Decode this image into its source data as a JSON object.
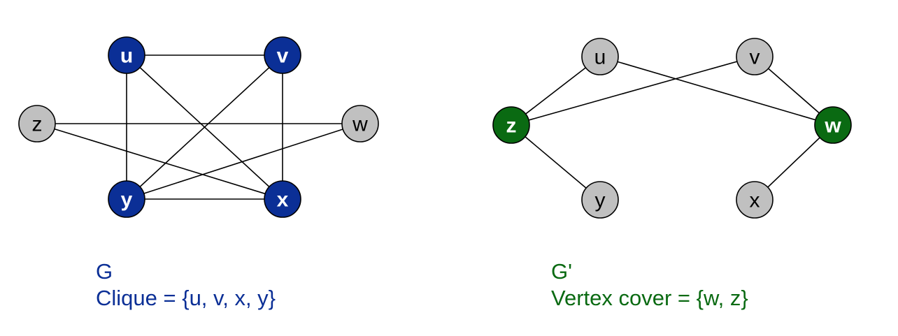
{
  "colors": {
    "clique": "#0b2f96",
    "cover": "#0a6a12",
    "neutral": "#c0c0c0",
    "edge": "#000000",
    "label_dark": "#000000",
    "label_light": "#ffffff"
  },
  "graphs": [
    {
      "id": "G",
      "caption_title": "G",
      "caption_text": "Clique = {u, v, x, y}",
      "caption_color": "#0b2f96",
      "highlight": "#0b2f96",
      "highlighted": [
        "u",
        "v",
        "x",
        "y"
      ],
      "nodes": [
        "u",
        "v",
        "z",
        "w",
        "y",
        "x"
      ],
      "edges": [
        [
          "u",
          "v"
        ],
        [
          "u",
          "y"
        ],
        [
          "u",
          "x"
        ],
        [
          "v",
          "y"
        ],
        [
          "v",
          "x"
        ],
        [
          "y",
          "x"
        ],
        [
          "z",
          "w"
        ],
        [
          "z",
          "x"
        ],
        [
          "y",
          "w"
        ]
      ]
    },
    {
      "id": "G'",
      "caption_title": "G'",
      "caption_text": "Vertex cover = {w, z}",
      "caption_color": "#0a6a12",
      "highlight": "#0a6a12",
      "highlighted": [
        "z",
        "w"
      ],
      "nodes": [
        "u",
        "v",
        "z",
        "w",
        "y",
        "x"
      ],
      "edges": [
        [
          "u",
          "z"
        ],
        [
          "u",
          "w"
        ],
        [
          "v",
          "z"
        ],
        [
          "v",
          "w"
        ],
        [
          "z",
          "y"
        ],
        [
          "w",
          "x"
        ]
      ]
    }
  ]
}
